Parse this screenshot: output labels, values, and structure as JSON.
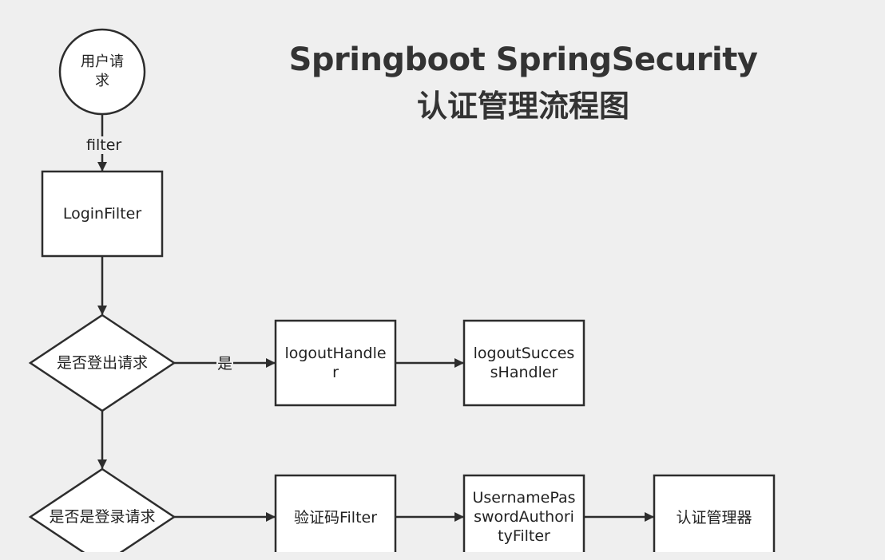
{
  "title_line1": "Springboot SpringSecurity",
  "title_line2": "认证管理流程图",
  "nodes": {
    "user_request": "用户请求",
    "login_filter": "LoginFilter",
    "is_logout": "是否登出请求",
    "logout_handler": "logoutHandler",
    "logout_success_handler": "logoutSuccessHandler",
    "is_login": "是否是登录请求",
    "captcha_filter": "验证码Filter",
    "username_password_filter": "UsernamePasswordAuthorityFilter",
    "auth_manager": "认证管理器"
  },
  "edge_labels": {
    "filter": "filter",
    "yes": "是"
  },
  "colors": {
    "background": "#efefef",
    "stroke": "#2d2d2d",
    "shape_fill": "#ffffff",
    "title": "#333333"
  }
}
